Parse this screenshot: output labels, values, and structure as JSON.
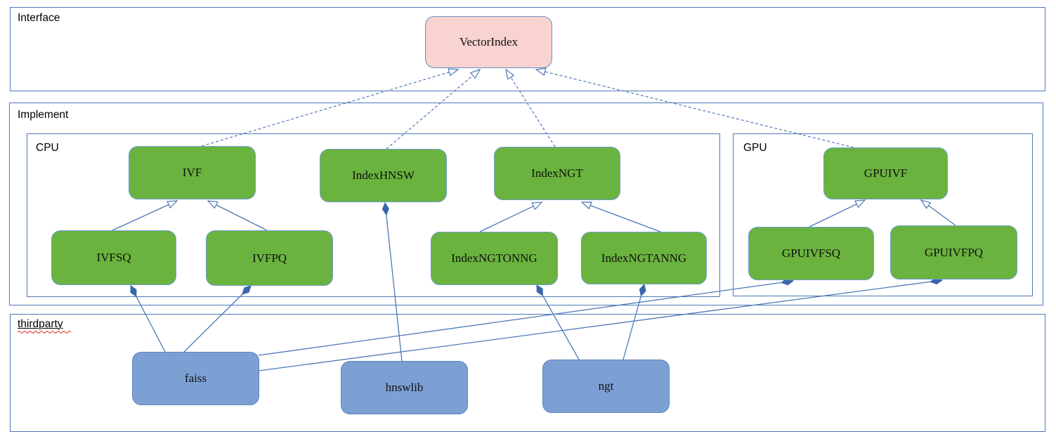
{
  "containers": {
    "interface": {
      "label": "Interface"
    },
    "implement": {
      "label": "Implement"
    },
    "cpu": {
      "label": "CPU"
    },
    "gpu": {
      "label": "GPU"
    },
    "thirdparty": {
      "label": "thirdparty"
    }
  },
  "nodes": {
    "vectorindex": {
      "label": "VectorIndex",
      "kind": "interface"
    },
    "ivf": {
      "label": "IVF",
      "kind": "cpu-implementation"
    },
    "indexhnsw": {
      "label": "IndexHNSW",
      "kind": "cpu-implementation"
    },
    "indexngt": {
      "label": "IndexNGT",
      "kind": "cpu-implementation"
    },
    "ivfsq": {
      "label": "IVFSQ",
      "kind": "cpu-implementation"
    },
    "ivfpq": {
      "label": "IVFPQ",
      "kind": "cpu-implementation"
    },
    "indexngtonng": {
      "label": "IndexNGTONNG",
      "kind": "cpu-implementation"
    },
    "indexngtanng": {
      "label": "IndexNGTANNG",
      "kind": "cpu-implementation"
    },
    "gpuivf": {
      "label": "GPUIVF",
      "kind": "gpu-implementation"
    },
    "gpuivfsq": {
      "label": "GPUIVFSQ",
      "kind": "gpu-implementation"
    },
    "gpuivfpq": {
      "label": "GPUIVFPQ",
      "kind": "gpu-implementation"
    },
    "faiss": {
      "label": "faiss",
      "kind": "thirdparty-library"
    },
    "hnswlib": {
      "label": "hnswlib",
      "kind": "thirdparty-library"
    },
    "ngt": {
      "label": "ngt",
      "kind": "thirdparty-library"
    }
  },
  "edges": [
    {
      "from": "ivf",
      "to": "vectorindex",
      "type": "realization"
    },
    {
      "from": "indexhnsw",
      "to": "vectorindex",
      "type": "realization"
    },
    {
      "from": "indexngt",
      "to": "vectorindex",
      "type": "realization"
    },
    {
      "from": "gpuivf",
      "to": "vectorindex",
      "type": "realization"
    },
    {
      "from": "ivfsq",
      "to": "ivf",
      "type": "generalization"
    },
    {
      "from": "ivfpq",
      "to": "ivf",
      "type": "generalization"
    },
    {
      "from": "indexngtonng",
      "to": "indexngt",
      "type": "generalization"
    },
    {
      "from": "indexngtanng",
      "to": "indexngt",
      "type": "generalization"
    },
    {
      "from": "gpuivfsq",
      "to": "gpuivf",
      "type": "generalization"
    },
    {
      "from": "gpuivfpq",
      "to": "gpuivf",
      "type": "generalization"
    },
    {
      "from": "faiss",
      "to": "ivfsq",
      "type": "composition"
    },
    {
      "from": "faiss",
      "to": "ivfpq",
      "type": "composition"
    },
    {
      "from": "faiss",
      "to": "gpuivfsq",
      "type": "composition"
    },
    {
      "from": "faiss",
      "to": "gpuivfpq",
      "type": "composition"
    },
    {
      "from": "hnswlib",
      "to": "indexhnsw",
      "type": "composition"
    },
    {
      "from": "ngt",
      "to": "indexngtonng",
      "type": "composition"
    },
    {
      "from": "ngt",
      "to": "indexngtanng",
      "type": "composition"
    }
  ],
  "colors": {
    "interface_node_fill": "#f8d3cf",
    "implementation_node_fill": "#6ab33e",
    "thirdparty_node_fill": "#7da0d4",
    "node_border": "#6f9cd1",
    "edge_line": "#4d79b5",
    "container_border": "#4d79b5",
    "diamond_fill": "#3a66ab",
    "spellcheck_squiggle": "#e03c31"
  }
}
